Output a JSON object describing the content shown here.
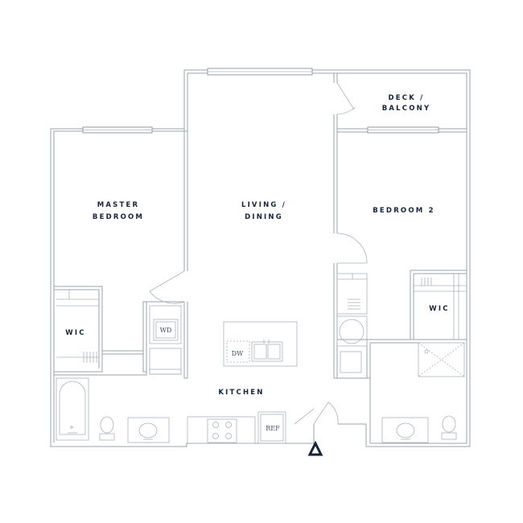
{
  "rooms": {
    "deck": [
      "DECK /",
      "BALCONY"
    ],
    "master": [
      "MASTER",
      "BEDROOM"
    ],
    "living": [
      "LIVING /",
      "DINING"
    ],
    "bedroom2": [
      "BEDROOM 2"
    ],
    "wic_left": [
      "WIC"
    ],
    "wic_right": [
      "WIC"
    ],
    "kitchen": [
      "KITCHEN"
    ]
  },
  "appliances": {
    "washer_dryer": "WD",
    "dishwasher": "DW",
    "refrigerator": "REF"
  },
  "icons": {
    "north_arrow": "triangle-icon"
  },
  "colors": {
    "wall": "#9aa3ad",
    "label": "#14243a",
    "marker": "#14243a"
  }
}
